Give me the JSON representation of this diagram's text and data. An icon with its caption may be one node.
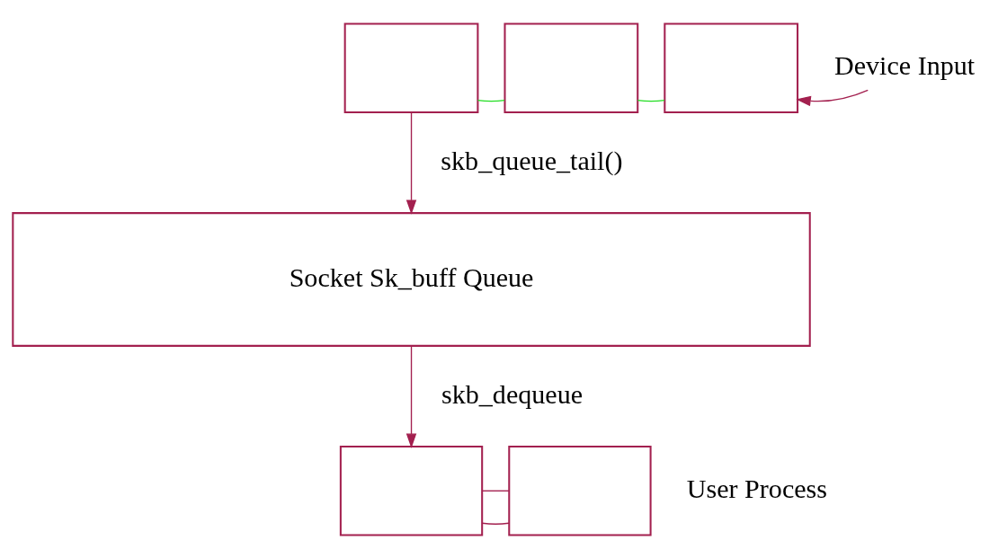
{
  "diagram": {
    "nodes": [
      {
        "text": [],
        "shape": "box"
      },
      {
        "text": [],
        "shape": "box"
      },
      {
        "text": [],
        "shape": "box"
      },
      {
        "text": [
          "Device Input"
        ]
      },
      {
        "text": [
          "Socket Sk_buff Queue"
        ]
      },
      {
        "text": [],
        "shape": "box"
      },
      {
        "text": [],
        "shape": "box"
      }
    ],
    "edges": [
      {
        "from": 0,
        "to": 1,
        "arrow": "none",
        "color": "#22dd22"
      },
      {
        "from": 1,
        "to": 2,
        "arrow": "none",
        "color": "#22dd22"
      },
      {
        "from": 3,
        "to": 2,
        "arrow": "to"
      },
      {
        "from": 0,
        "to": 4,
        "arrow": "to",
        "label": "skb_queue_tail()"
      },
      {
        "from": 4,
        "to": 5,
        "arrow": "to",
        "label": "skb_dequeue"
      },
      {
        "from": 5,
        "to": 6,
        "arrow": "none"
      },
      {
        "from": 5,
        "to": 6,
        "arrow": "none"
      }
    ],
    "labels": [
      "User Process"
    ]
  }
}
